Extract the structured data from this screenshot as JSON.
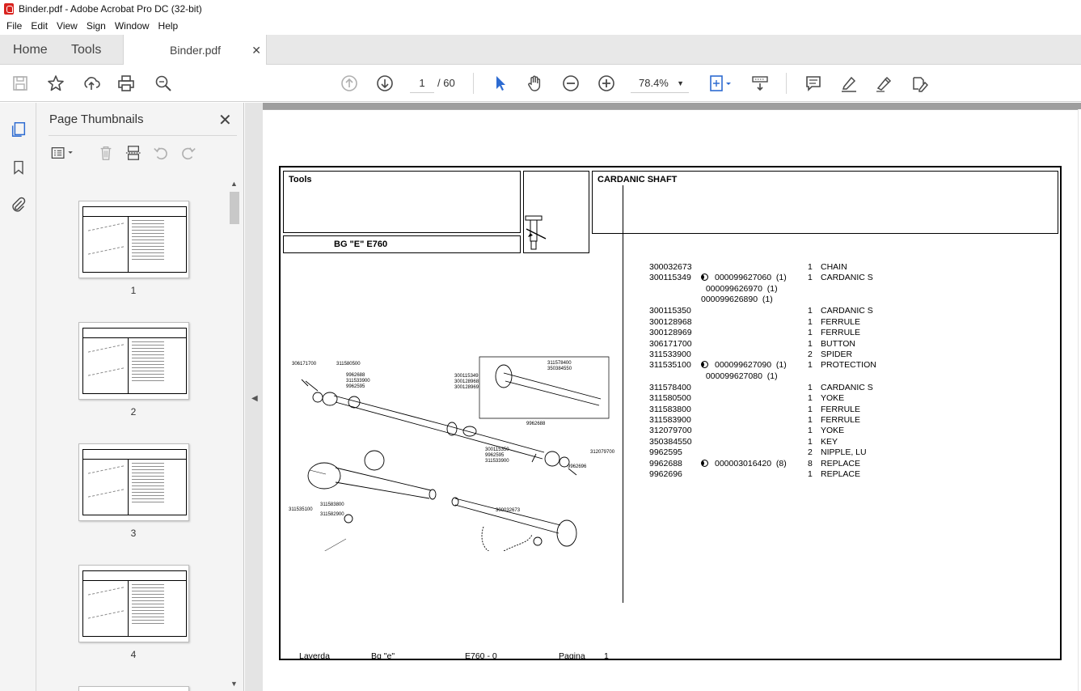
{
  "window": {
    "title": "Binder.pdf - Adobe Acrobat Pro DC (32-bit)"
  },
  "menu": [
    "File",
    "Edit",
    "View",
    "Sign",
    "Window",
    "Help"
  ],
  "tabs": {
    "home": "Home",
    "tools": "Tools",
    "document": "Binder.pdf"
  },
  "toolbar": {
    "page_current": "1",
    "page_total": "/ 60",
    "zoom": "78.4%"
  },
  "thumbnails": {
    "title": "Page Thumbnails",
    "pages": [
      "1",
      "2",
      "3",
      "4"
    ]
  },
  "document": {
    "header_left": "Tools",
    "header_right": "CARDANIC SHAFT",
    "model": "BG \"E\"  E760",
    "footer": {
      "brand": "Laverda",
      "model": "Bg \"e\"",
      "code": "E760 - 0",
      "page_label": "Pagina",
      "page_number": "1"
    },
    "callouts": [
      "306171700",
      "311580500",
      "9962688",
      "311533900",
      "9962595",
      "300115349",
      "300128968",
      "300128969",
      "311578400",
      "350384550",
      "9962688",
      "300115350",
      "9962595",
      "311533900",
      "312079700",
      "9962696",
      "311583800",
      "311535100",
      "311582900",
      "300032673"
    ],
    "parts": [
      {
        "code": "300032673",
        "ref": "",
        "mark": false,
        "qty": "1",
        "desc": "CHAIN"
      },
      {
        "code": "300115349",
        "ref": "000099627060  (1)",
        "mark": true,
        "qty": "1",
        "desc": "CARDANIC S"
      },
      {
        "code": "",
        "ref": "  000099626970  (1)",
        "mark": false,
        "qty": "",
        "desc": ""
      },
      {
        "code": "",
        "ref": "000099626890  (1)",
        "mark": false,
        "qty": "",
        "desc": ""
      },
      {
        "code": "300115350",
        "ref": "",
        "mark": false,
        "qty": "1",
        "desc": "CARDANIC S"
      },
      {
        "code": "300128968",
        "ref": "",
        "mark": false,
        "qty": "1",
        "desc": "FERRULE"
      },
      {
        "code": "300128969",
        "ref": "",
        "mark": false,
        "qty": "1",
        "desc": "FERRULE"
      },
      {
        "code": "306171700",
        "ref": "",
        "mark": false,
        "qty": "1",
        "desc": "BUTTON"
      },
      {
        "code": "311533900",
        "ref": "",
        "mark": false,
        "qty": "2",
        "desc": "SPIDER"
      },
      {
        "code": "311535100",
        "ref": "000099627090  (1)",
        "mark": true,
        "qty": "1",
        "desc": "PROTECTION"
      },
      {
        "code": "",
        "ref": "  000099627080  (1)",
        "mark": false,
        "qty": "",
        "desc": ""
      },
      {
        "code": "311578400",
        "ref": "",
        "mark": false,
        "qty": "1",
        "desc": "CARDANIC S"
      },
      {
        "code": "311580500",
        "ref": "",
        "mark": false,
        "qty": "1",
        "desc": "YOKE"
      },
      {
        "code": "311583800",
        "ref": "",
        "mark": false,
        "qty": "1",
        "desc": "FERRULE"
      },
      {
        "code": "311583900",
        "ref": "",
        "mark": false,
        "qty": "1",
        "desc": "FERRULE"
      },
      {
        "code": "312079700",
        "ref": "",
        "mark": false,
        "qty": "1",
        "desc": "YOKE"
      },
      {
        "code": "350384550",
        "ref": "",
        "mark": false,
        "qty": "1",
        "desc": "KEY"
      },
      {
        "code": "9962595",
        "ref": "",
        "mark": false,
        "qty": "2",
        "desc": "NIPPLE, LU"
      },
      {
        "code": "9962688",
        "ref": "000003016420  (8)",
        "mark": true,
        "qty": "8",
        "desc": "REPLACE"
      },
      {
        "code": "9962696",
        "ref": "",
        "mark": false,
        "qty": "1",
        "desc": "REPLACE"
      }
    ]
  },
  "colors": {
    "accent_blue": "#2d6bd1",
    "pdf_red": "#d9231f",
    "icon_gray": "#4a4a4a"
  },
  "icons": [
    "save-icon",
    "star-icon",
    "upload-icon",
    "print-icon",
    "zoom-search-icon",
    "page-up-icon",
    "page-down-icon",
    "select-arrow-icon",
    "hand-icon",
    "zoom-out-icon",
    "zoom-in-icon",
    "fit-page-icon",
    "scroll-mode-icon",
    "comment-icon",
    "highlight-icon",
    "sign-icon",
    "edit-pdf-icon",
    "thumbnails-icon",
    "bookmark-icon",
    "attachment-icon"
  ]
}
